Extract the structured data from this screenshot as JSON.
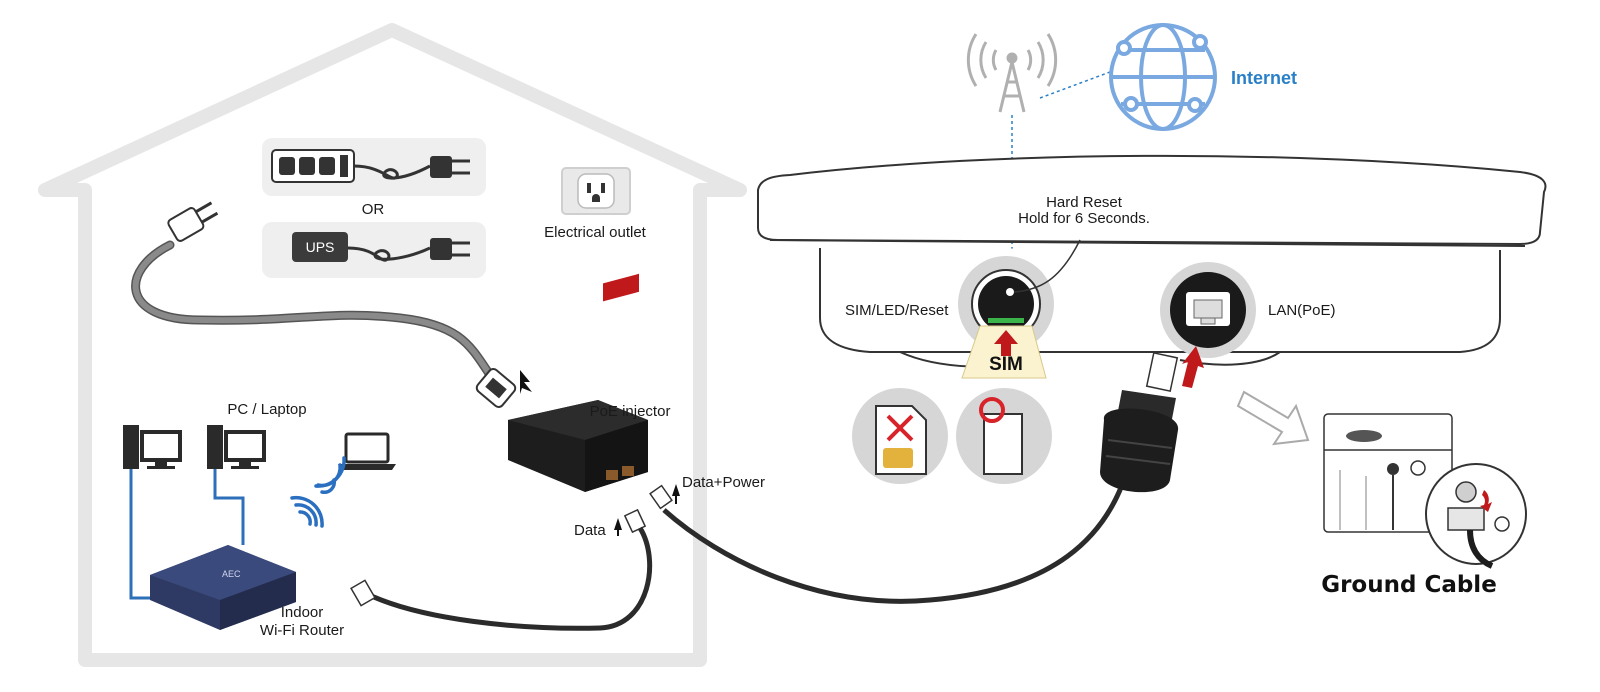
{
  "labels": {
    "internet": "Internet",
    "hard_reset_line1": "Hard Reset",
    "hard_reset_line2": "Hold for 6 Seconds.",
    "sim_led_reset": "SIM/LED/Reset",
    "lan_poe": "LAN(PoE)",
    "sim": "SIM",
    "ground_cable": "Ground Cable",
    "or": "OR",
    "ups": "UPS",
    "electrical_outlet": "Electrical outlet",
    "pc_laptop": "PC / Laptop",
    "poe_injector": "PoE injector",
    "data_power": "Data+Power",
    "data": "Data",
    "router_line1": "Indoor",
    "router_line2": "Wi-Fi Router"
  },
  "colors": {
    "accent_blue": "#2a80c8",
    "icon_blue": "#7aa8e0",
    "arrow_red": "#c0191c",
    "sim_gold": "#e3b23c",
    "no_red": "#d8232a",
    "house_outline": "#e6e6e6",
    "cable_dark": "#2b2b2b",
    "power_cord_gray": "#8a8a8a",
    "router_navy": "#2e3a63"
  }
}
